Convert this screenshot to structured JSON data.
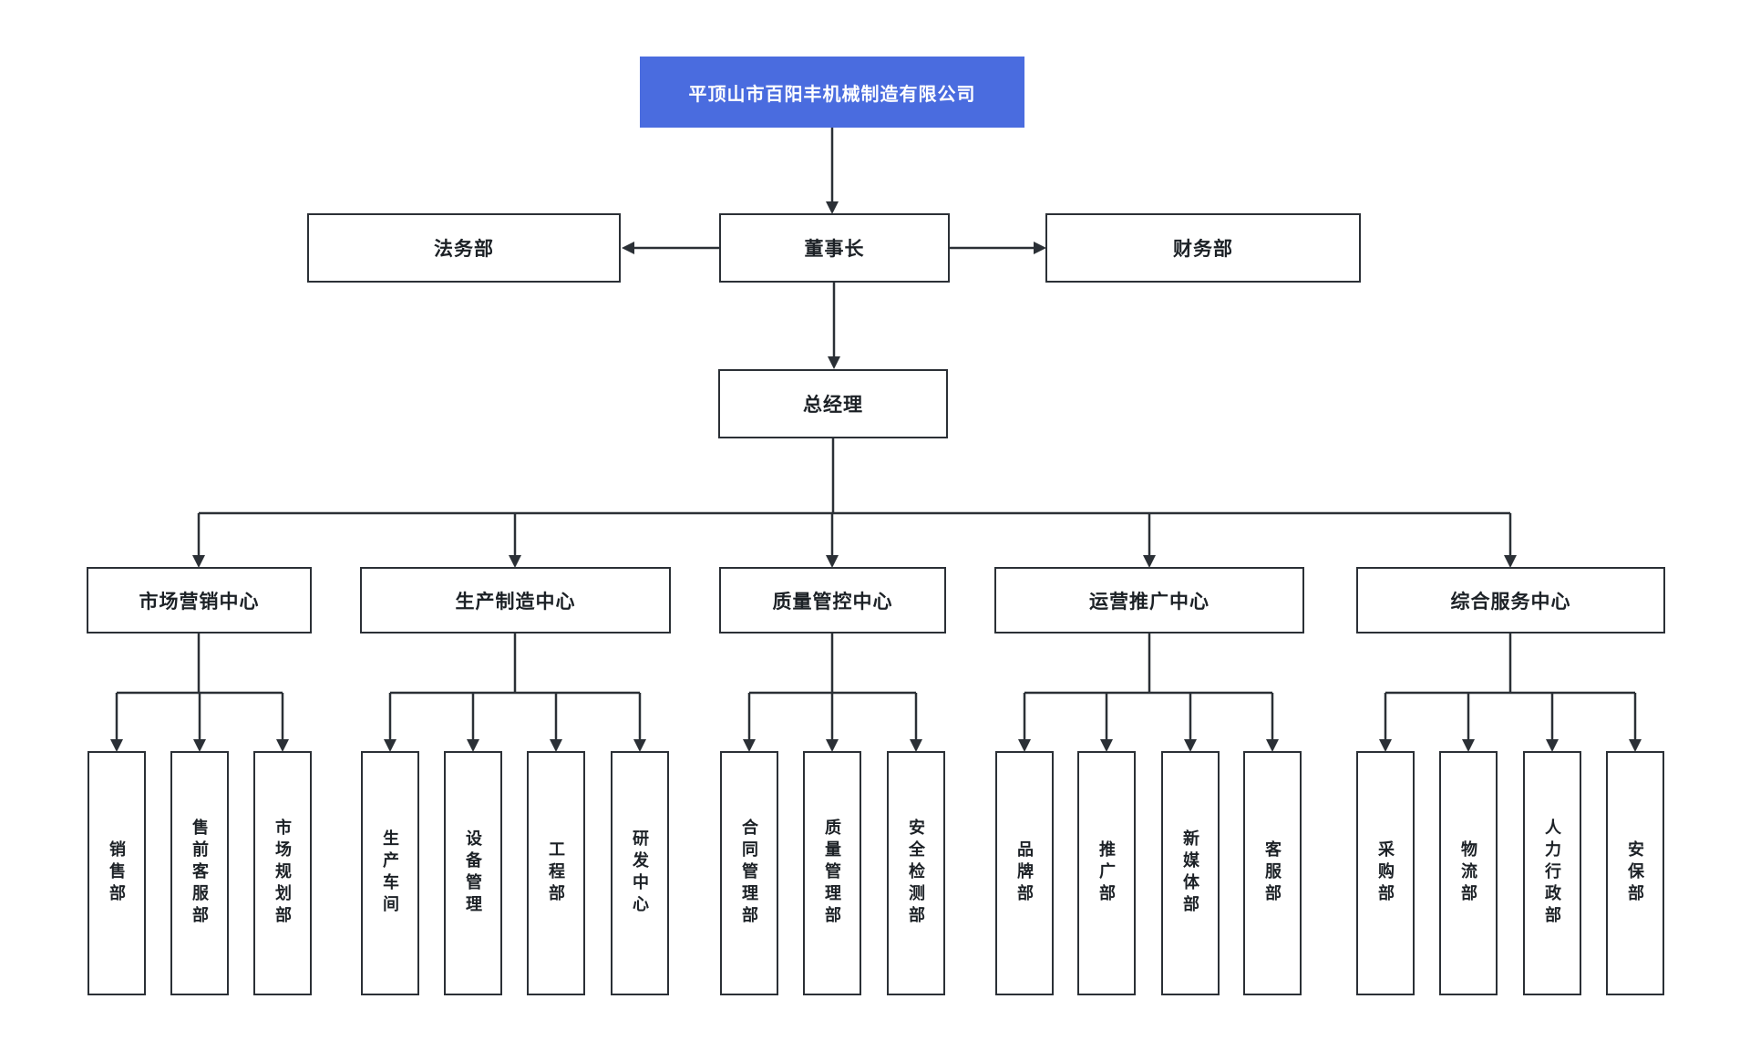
{
  "page": {
    "background_color": "#ffffff",
    "line_color": "#2b3036",
    "node_border_color": "#2b3036",
    "node_text_color": "#1c2126"
  },
  "org": {
    "root": {
      "label": "平顶山市百阳丰机械制造有限公司",
      "fill_color": "#4a6cdf",
      "text_color": "#ffffff"
    },
    "executive": {
      "chairman": {
        "label": "董事长"
      },
      "legal": {
        "label": "法务部"
      },
      "finance": {
        "label": "财务部"
      },
      "general_manager": {
        "label": "总经理"
      }
    },
    "centers": [
      {
        "label": "市场营销中心",
        "departments": [
          {
            "label": "销售部"
          },
          {
            "label": "售前客服部"
          },
          {
            "label": "市场规划部"
          }
        ]
      },
      {
        "label": "生产制造中心",
        "departments": [
          {
            "label": "生产车间"
          },
          {
            "label": "设备管理"
          },
          {
            "label": "工程部"
          },
          {
            "label": "研发中心"
          }
        ]
      },
      {
        "label": "质量管控中心",
        "departments": [
          {
            "label": "合同管理部"
          },
          {
            "label": "质量管理部"
          },
          {
            "label": "安全检测部"
          }
        ]
      },
      {
        "label": "运营推广中心",
        "departments": [
          {
            "label": "品牌部"
          },
          {
            "label": "推广部"
          },
          {
            "label": "新媒体部"
          },
          {
            "label": "客服部"
          }
        ]
      },
      {
        "label": "综合服务中心",
        "departments": [
          {
            "label": "采购部"
          },
          {
            "label": "物流部"
          },
          {
            "label": "人力行政部"
          },
          {
            "label": "安保部"
          }
        ]
      }
    ]
  }
}
